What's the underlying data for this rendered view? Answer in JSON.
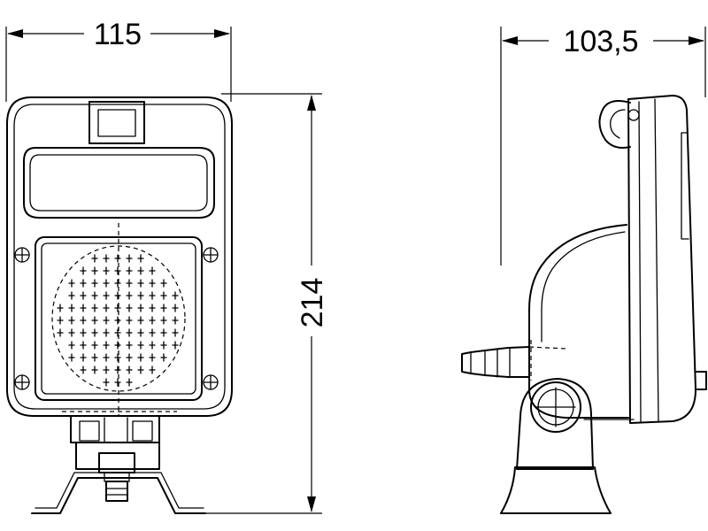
{
  "dimensions": {
    "width": "115",
    "depth": "103,5",
    "height": "214"
  }
}
